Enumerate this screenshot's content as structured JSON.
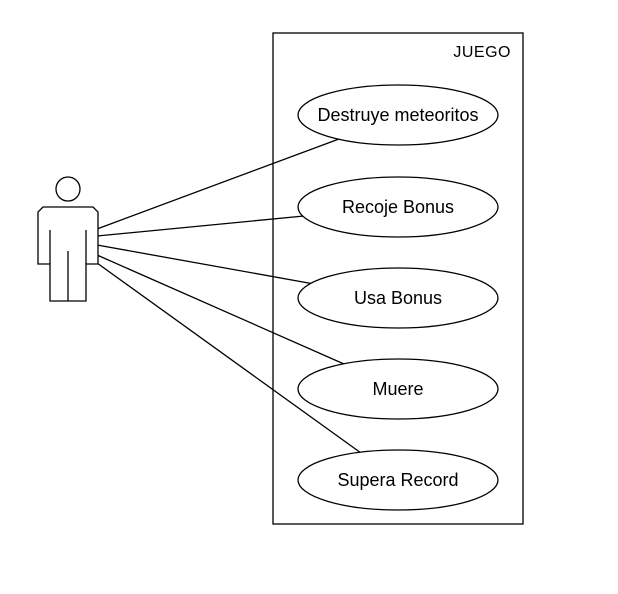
{
  "system": {
    "title": "JUEGO"
  },
  "use_cases": [
    {
      "label": "Destruye meteoritos"
    },
    {
      "label": "Recoje Bonus"
    },
    {
      "label": "Usa Bonus"
    },
    {
      "label": "Muere"
    },
    {
      "label": "Supera Record"
    }
  ],
  "colors": {
    "stroke": "#000000",
    "background": "#ffffff"
  }
}
